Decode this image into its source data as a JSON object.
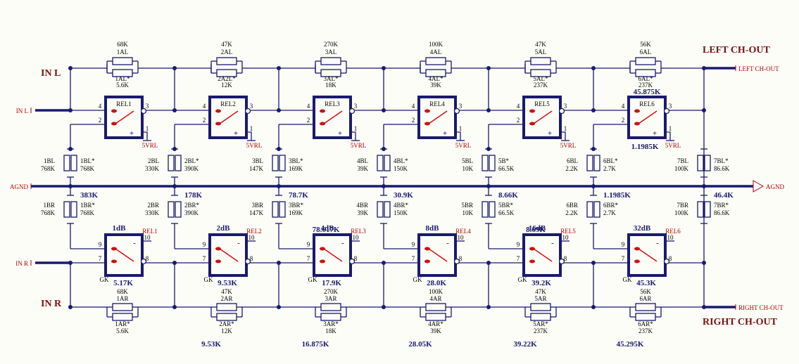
{
  "inputs": {
    "in_l_title": "IN L",
    "in_r_title": "IN R",
    "in_l_port": "IN L",
    "in_r_port": "IN R",
    "agnd_left": "AGND",
    "agnd_right": "AGND"
  },
  "outputs": {
    "left_title": "LEFT CH-OUT",
    "right_title": "RIGHT CH-OUT",
    "left_port": "LEFT CH-OUT",
    "right_port": "RIGHT CH-OUT"
  },
  "stages": [
    {
      "top_val": "68K",
      "top_name": "1AL",
      "top_star": "1AL*",
      "top_star_val": "5.6K",
      "rel_l": "REL1",
      "gnd_l": "5VRL",
      "mid_l_val": "",
      "shunt_l_name": "1BL",
      "shunt_l_val": "768K",
      "shunt_l_star": "1BL*",
      "shunt_l_star_val": "768K",
      "shunt_val": "383K",
      "shunt_r_name": "1BR",
      "shunt_r_val": "768K",
      "shunt_r_star": "1BR*",
      "shunt_r_star_val": "768K",
      "mid_r_val": "",
      "db": "1dB",
      "rel_r": "REL1",
      "gk_val": "5.17K",
      "bot_val": "68K",
      "bot_name": "1AR",
      "bot_star": "1AR*",
      "bot_star_val": "5.6K",
      "bottom_total": ""
    },
    {
      "top_val": "47K",
      "top_name": "2AL",
      "top_star": "2A2L*",
      "top_star_val": "12K",
      "rel_l": "REL2",
      "gnd_l": "5VRL",
      "mid_l_val": "",
      "shunt_l_name": "2BL",
      "shunt_l_val": "330K",
      "shunt_l_star": "2BL*",
      "shunt_l_star_val": "390K",
      "shunt_val": "178K",
      "shunt_r_name": "2BR",
      "shunt_r_val": "330K",
      "shunt_r_star": "2BR*",
      "shunt_r_star_val": "390K",
      "mid_r_val": "",
      "db": "2dB",
      "rel_r": "REL2",
      "gk_val": "9.53K",
      "bot_val": "47K",
      "bot_name": "2AR",
      "bot_star": "2AR*",
      "bot_star_val": "12K",
      "bottom_total": "9.53K"
    },
    {
      "top_val": "270K",
      "top_name": "3AL",
      "top_star": "3AL*",
      "top_star_val": "18K",
      "rel_l": "REL3",
      "gnd_l": "5VRL",
      "mid_l_val": "",
      "shunt_l_name": "3BL",
      "shunt_l_val": "147K",
      "shunt_l_star": "3BL*",
      "shunt_l_star_val": "169K",
      "shunt_val": "78.7K",
      "shunt_r_name": "3BR",
      "shunt_r_val": "147K",
      "shunt_r_star": "3BR*",
      "shunt_r_star_val": "169K",
      "mid_r_val": "78.617K",
      "db": "4dB",
      "rel_r": "REL3",
      "gk_val": "17.9K",
      "bot_val": "270K",
      "bot_name": "3AR",
      "bot_star": "3AR*",
      "bot_star_val": "18K",
      "bottom_total": "16.875K"
    },
    {
      "top_val": "100K",
      "top_name": "4AL",
      "top_star": "4AL*",
      "top_star_val": "39K",
      "rel_l": "REL4",
      "gnd_l": "5VRL",
      "mid_l_val": "",
      "shunt_l_name": "4BL",
      "shunt_l_val": "39K",
      "shunt_l_star": "4BL*",
      "shunt_l_star_val": "150K",
      "shunt_val": "30.9K",
      "shunt_r_name": "4BR",
      "shunt_r_val": "39K",
      "shunt_r_star": "4BR*",
      "shunt_r_star_val": "150K",
      "mid_r_val": "",
      "db": "8dB",
      "rel_r": "REL4",
      "gk_val": "28.0K",
      "bot_val": "100K",
      "bot_name": "4AR",
      "bot_star": "4AR*",
      "bot_star_val": "39K",
      "bottom_total": "28.05K"
    },
    {
      "top_val": "47K",
      "top_name": "5AL",
      "top_star": "5AL*",
      "top_star_val": "237K",
      "rel_l": "REL5",
      "gnd_l": "5VRL",
      "mid_l_val": "",
      "shunt_l_name": "5BL",
      "shunt_l_val": "10K",
      "shunt_l_star": "5B*",
      "shunt_l_star_val": "66.5K",
      "shunt_val": "8.66K",
      "shunt_r_name": "5BR",
      "shunt_r_val": "10K",
      "shunt_r_star": "5BR*",
      "shunt_r_star_val": "66.5K",
      "mid_r_val": "8.69K",
      "db": "16dB",
      "rel_r": "REL5",
      "gk_val": "39.2K",
      "bot_val": "47K",
      "bot_name": "5AR",
      "bot_star": "5AR*",
      "bot_star_val": "237K",
      "bottom_total": "39.22K"
    },
    {
      "top_val": "56K",
      "top_name": "6AL",
      "top_star": "6AL*",
      "top_star_val": "237K",
      "rel_l": "REL6",
      "gnd_l": "5VRL",
      "mid_l_val": "45.875K",
      "shunt_l_name": "6BL",
      "shunt_l_val": "2.2K",
      "shunt_l_star": "6BL*",
      "shunt_l_star_val": "2.7K",
      "shunt_val": "1.1985K",
      "shunt_r_name": "6BR",
      "shunt_r_val": "2.2K",
      "shunt_r_star": "6BR*",
      "shunt_r_star_val": "2.7K",
      "mid_r_val": "",
      "db": "32dB",
      "rel_r": "REL6",
      "gk_val": "45.3K",
      "bot_val": "56K",
      "bot_name": "6AR",
      "bot_star": "6AR*",
      "bot_star_val": "237K",
      "bottom_total": "45.295K"
    }
  ],
  "extra_left": {
    "rel6_below_val": "1.1985K"
  },
  "final": {
    "l_name": "7BL",
    "l_val": "100K",
    "l_star": "7BL*",
    "l_star_val": "86.6K",
    "r_name": "7BR",
    "r_val": "100K",
    "r_star": "7BR*",
    "r_star_val": "86.6K",
    "shunt_val": "46.4K"
  },
  "relay_labels": {
    "gk": "GK",
    "plus": "+",
    "minus": "-",
    "pin1": "1",
    "pin2": "2",
    "pin3": "3",
    "pin4": "4",
    "pin7": "7",
    "pin8": "8",
    "pin9": "9",
    "pin10": "10"
  }
}
